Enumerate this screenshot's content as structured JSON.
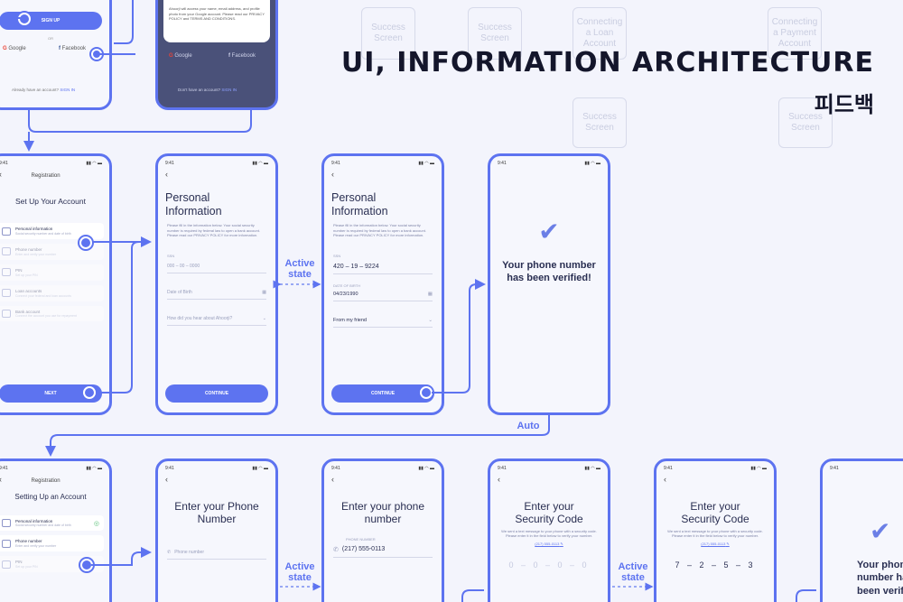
{
  "heading": {
    "title": "UI, INFORMATION ARCHITECTURE",
    "subtitle": "피드백"
  },
  "background_flow": [
    "Success Screen",
    "Success Screen",
    "Connecting a Loan Account",
    "Success Screen",
    "Connecting a Payment Account",
    "Success Screen"
  ],
  "labels": {
    "active_state": "Active state",
    "auto": "Auto"
  },
  "status_time": "9:41",
  "top_left_screen": {
    "sign_up": "SIGN UP",
    "or": "OR",
    "google": "Google",
    "facebook": "Facebook",
    "have_account": "Already have an account?",
    "sign_in": "SIGN IN"
  },
  "top_dark_screen": {
    "text": "Ahoorjl will access your name, email address, and profile photo from your Google account. Please read our PRIVACY POLICY and TERMS AND CONDITIONS.",
    "google": "Google",
    "facebook": "Facebook",
    "have_account": "Don't have an account?",
    "sign_in": "SIGN IN"
  },
  "registration_screen": {
    "header": "Registration",
    "title": "Set Up Your Account",
    "button": "NEXT",
    "items": [
      {
        "label": "Personal information",
        "sub": "Social security number and date of birth"
      },
      {
        "label": "Phone number",
        "sub": "Enter and verify your number"
      },
      {
        "label": "PIN",
        "sub": "Set up your PIN"
      },
      {
        "label": "Loan accounts",
        "sub": "Connect your federal and loan accounts"
      },
      {
        "label": "Bank account",
        "sub": "Connect the account you use for repayment"
      }
    ]
  },
  "personal_info_empty": {
    "title": "Personal Information",
    "text": "Please fill in the information below. Your social security number is required by federal law to open a bank account. Please read our PRIVACY POLICY for more information.",
    "ssn_label": "SSN",
    "ssn_placeholder": "000 – 00 – 0000",
    "dob_placeholder": "Date of Birth",
    "hear_placeholder": "How did you hear about Ahoorji?",
    "button": "CONTINUE"
  },
  "personal_info_filled": {
    "title": "Personal Information",
    "text": "Please fill in the information below. Your social security number is required by federal law to open a bank account. Please read our PRIVACY POLICY for more information.",
    "ssn_label": "SSN",
    "ssn_value": "420 – 19 – 9224",
    "dob_label": "DATE OF BIRTH",
    "dob_value": "04/23/1990",
    "hear_value": "From my friend",
    "button": "CONTINUE"
  },
  "verified_screen": {
    "message": "Your phone number has been verified!"
  },
  "registration_screen_2": {
    "header": "Registration",
    "title": "Setting Up an Account",
    "items": [
      {
        "label": "Personal information",
        "sub": "Social security number and date of birth"
      },
      {
        "label": "Phone number",
        "sub": "Enter and verify your number"
      },
      {
        "label": "PIN",
        "sub": "Set up your PIN"
      }
    ]
  },
  "phone_empty": {
    "title": "Enter your Phone Number",
    "placeholder": "Phone number"
  },
  "phone_filled": {
    "title": "Enter your phone number",
    "label": "PHONE NUMBER",
    "value": "(217) 555-0113"
  },
  "security_empty": {
    "title": "Enter your Security Code",
    "text": "We sent a text message to your phone with a security code. Please enter it in the field below to verify your number.",
    "phone": "(217) 555-0113",
    "code": "0 – 0 – 0 – 0"
  },
  "security_filled": {
    "title": "Enter your Security Code",
    "text": "We sent a text message to your phone with a security code. Please enter it in the field below to verify your number.",
    "phone": "(217) 555-0113",
    "code": "7 – 2 – 5 – 3"
  },
  "verified_screen_2": {
    "message": "Your phone number has been verified!"
  }
}
